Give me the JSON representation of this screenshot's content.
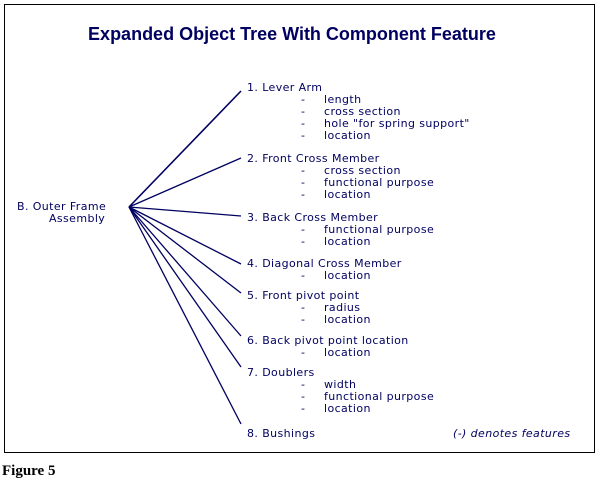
{
  "title": "Expanded Object Tree With Component Feature",
  "root": {
    "line1": "B. Outer Frame",
    "line2": "Assembly"
  },
  "children": [
    {
      "label": "1. Lever Arm",
      "features": [
        "length",
        "cross section",
        "hole \"for spring support\"",
        "location"
      ]
    },
    {
      "label": "2. Front Cross Member",
      "features": [
        "cross section",
        "functional purpose",
        "location"
      ]
    },
    {
      "label": "3. Back Cross Member",
      "features": [
        "functional purpose",
        "location"
      ]
    },
    {
      "label": "4. Diagonal Cross Member",
      "features": [
        "location"
      ]
    },
    {
      "label": "5. Front pivot point",
      "features": [
        "radius",
        "location"
      ]
    },
    {
      "label": "6. Back pivot point location",
      "features": [
        "location"
      ]
    },
    {
      "label": "7. Doublers",
      "features": [
        "width",
        "functional purpose",
        "location"
      ]
    },
    {
      "label": "8. Bushings",
      "features": []
    }
  ],
  "feature_marker": "-",
  "legend": "(-) denotes features",
  "caption": "Figure 5",
  "colors": {
    "text": "#000060",
    "lines": "#000060",
    "border": "#000000",
    "background": "#ffffff"
  }
}
